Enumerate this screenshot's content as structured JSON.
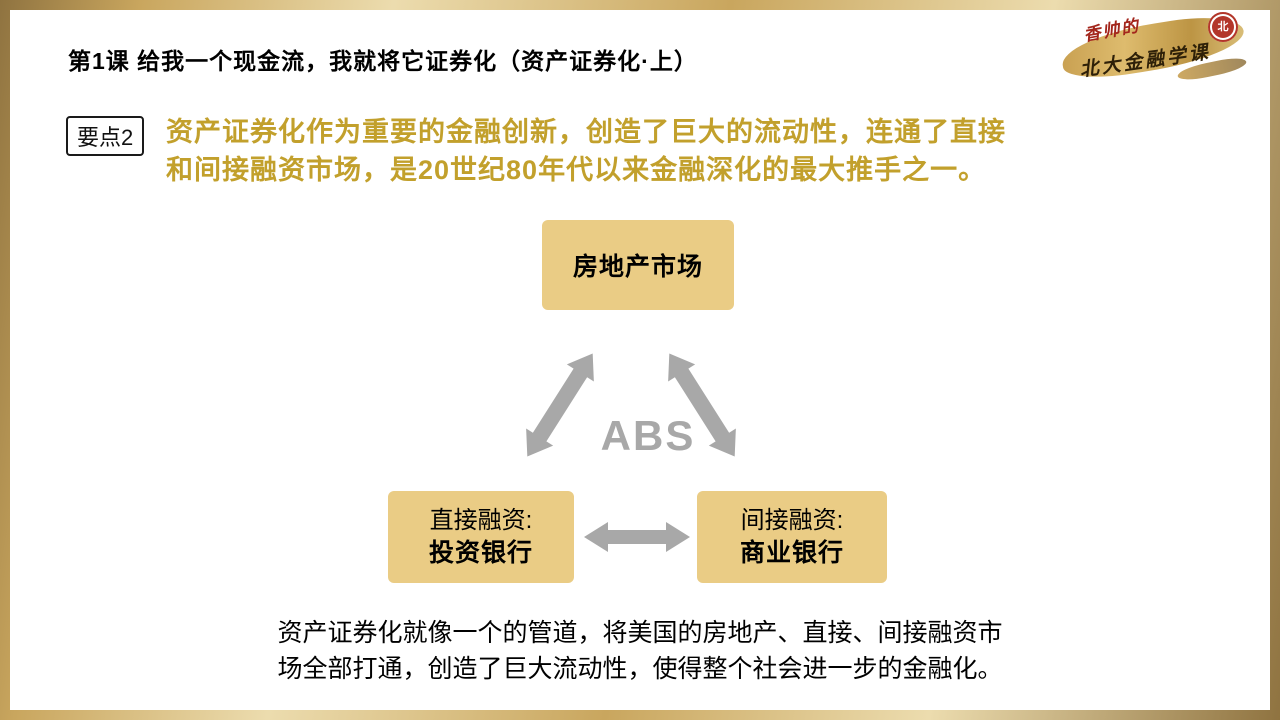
{
  "header": {
    "title": "第1课  给我一个现金流，我就将它证券化（资产证券化·上）",
    "logo": {
      "line1": "香帅的",
      "line2": "北大金融学课",
      "seal": "北"
    }
  },
  "keypoint": {
    "label": "要点2",
    "lines": [
      "资产证券化作为重要的金融创新，创造了巨大的流动性，连通了直接",
      "和间接融资市场，是20世纪80年代以来金融深化的最大推手之一。"
    ]
  },
  "diagram": {
    "top_box": "房地产市场",
    "center_label": "ABS",
    "left_box": {
      "line1": "直接融资:",
      "line2": "投资银行"
    },
    "right_box": {
      "line1": "间接融资:",
      "line2": "商业银行"
    }
  },
  "note": {
    "lines": [
      "资产证券化就像一个的管道，将美国的房地产、直接、间接融资市",
      "场全部打通，创造了巨大流动性，使得整个社会进一步的金融化。"
    ]
  },
  "colors": {
    "gold_text": "#c2a02c",
    "box_fill": "#eacc85",
    "arrow_gray": "#a8a8a8",
    "border_gold_dark": "#8f7340",
    "border_gold_light": "#ecdcae",
    "seal_red": "#b3362a"
  }
}
